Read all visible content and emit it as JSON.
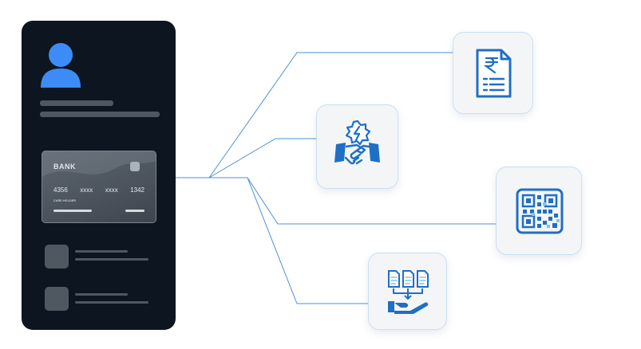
{
  "colors": {
    "phone_bg": "#0d1520",
    "avatar": "#3d8cf5",
    "skeleton": "#4f5760",
    "connector": "#4a90d9",
    "icon_primary": "#1f6fc4",
    "icon_light": "#7fc3ef",
    "tile_bg": "#f4f5f7",
    "tile_border": "#cadff3"
  },
  "card": {
    "bank": "BANK",
    "number_groups": [
      "4356",
      "xxxx",
      "xxxx",
      "1342"
    ],
    "holder": "CARD HOLDER"
  },
  "tiles": [
    {
      "icon": "rupee-invoice-icon"
    },
    {
      "icon": "handshake-power-icon"
    },
    {
      "icon": "qr-code-icon"
    },
    {
      "icon": "documents-hand-icon"
    }
  ]
}
